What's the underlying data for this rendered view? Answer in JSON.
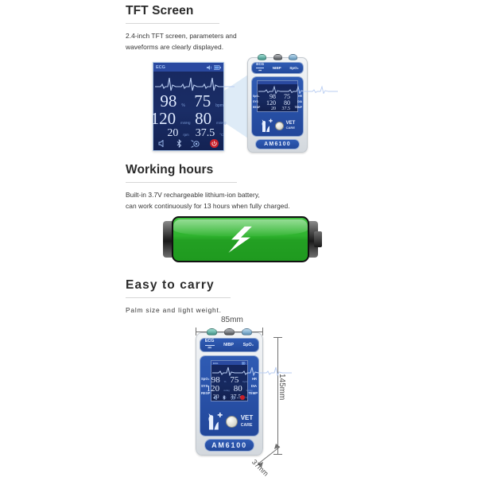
{
  "sections": [
    {
      "id": "tft",
      "title": "TFT Screen",
      "body_line1": "2.4-inch TFT screen, parameters and",
      "body_line2": "waveforms are clearly displayed."
    },
    {
      "id": "working_hours",
      "title": "Working hours",
      "body_line1": "Built-in 3.7V rechargeable lithium-ion battery,",
      "body_line2": "can work continuously for 13 hours when fully charged."
    },
    {
      "id": "easy_to_carry",
      "title": "Easy to carry",
      "body_line1": "Palm size and light weight.",
      "body_line2": ""
    }
  ],
  "device": {
    "model_name": "AM6100",
    "brand_line1": "VET",
    "brand_line2": "CARE",
    "ports": {
      "ecg": "ECG",
      "nibp": "NIBP",
      "spo2": "SpO₂"
    },
    "screen": {
      "mode_label": "ECG",
      "labels_left": [
        "SpO₂",
        "SYS",
        "RESP"
      ],
      "labels_right": [
        "HR",
        "DIA",
        "TEMP"
      ],
      "readings": [
        {
          "left_value": "98",
          "left_unit": "%",
          "right_value": "75",
          "right_unit": "bpm"
        },
        {
          "left_value": "120",
          "left_unit": "mmHg",
          "right_value": "80",
          "right_unit": "mmHg"
        },
        {
          "left_value": "20",
          "left_unit": "rpm",
          "right_value": "37.5",
          "right_unit": "°C"
        }
      ],
      "status_icons": [
        "volume-icon",
        "battery-icon"
      ],
      "button_icons": [
        "speaker-icon",
        "bluetooth-icon",
        "alarm-icon",
        "power-icon"
      ]
    }
  },
  "dimensions": {
    "width": "85mm",
    "height": "145mm",
    "depth": "37mm"
  },
  "colors": {
    "device_blue": "#2f5bb4",
    "screen_navy": "#16295f",
    "screen_text": "#dfeaff",
    "battery_green": "#2fb32f",
    "heading_text": "#2b2b2b",
    "beam": "#d6e6f5",
    "power_red": "#c8202a"
  }
}
